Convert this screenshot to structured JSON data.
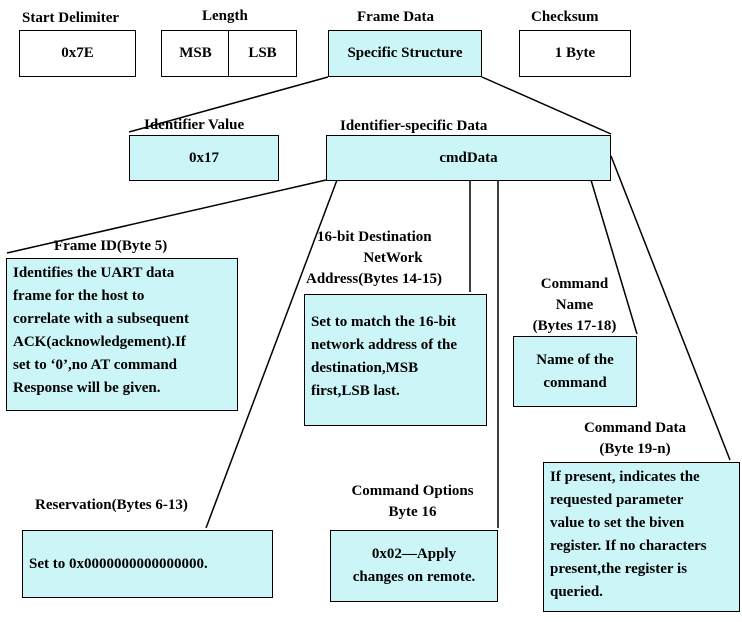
{
  "colors": {
    "box_fill": "#ccf5f8",
    "line": "#000000"
  },
  "top_row": {
    "start_delimiter": {
      "label": "Start Delimiter",
      "value": "0x7E"
    },
    "length": {
      "label": "Length",
      "msb": "MSB",
      "lsb": "LSB"
    },
    "frame_data": {
      "label": "Frame Data",
      "value": "Specific Structure"
    },
    "checksum": {
      "label": "Checksum",
      "value": "1 Byte"
    }
  },
  "identifier": {
    "label": "Identifier Value",
    "value": "0x17"
  },
  "identifier_data": {
    "label": "Identifier-specific Data",
    "value": "cmdData"
  },
  "fields": {
    "frame_id": {
      "label": "Frame ID(Byte 5)",
      "lines": [
        "Identifies the UART data",
        "frame for the host to",
        "correlate with a subsequent",
        "ACK(acknowledgement).If",
        "set to  ‘0’,no AT command",
        "Response will be given."
      ]
    },
    "dest_address": {
      "label_lines": [
        "16-bit Destination",
        "NetWork",
        "Address(Bytes 14-15)"
      ],
      "lines": [
        "Set to match the 16-bit",
        "network address of the",
        "destination,MSB",
        "first,LSB last."
      ]
    },
    "command_name": {
      "label_lines": [
        "Command",
        "Name",
        "(Bytes 17-18)"
      ],
      "lines": [
        "Name of the",
        "command"
      ]
    },
    "command_data": {
      "label_lines": [
        "Command Data",
        "(Byte 19-n)"
      ],
      "lines": [
        "If present, indicates the",
        "requested parameter",
        "value to set the biven",
        "register. If no characters",
        "present,the register is",
        "queried."
      ]
    },
    "reservation": {
      "label": "Reservation(Bytes 6-13)",
      "value": "Set to  0x0000000000000000."
    },
    "command_options": {
      "label_lines": [
        "Command Options",
        "Byte 16"
      ],
      "lines": [
        "0x02—Apply",
        "changes on remote."
      ]
    }
  }
}
